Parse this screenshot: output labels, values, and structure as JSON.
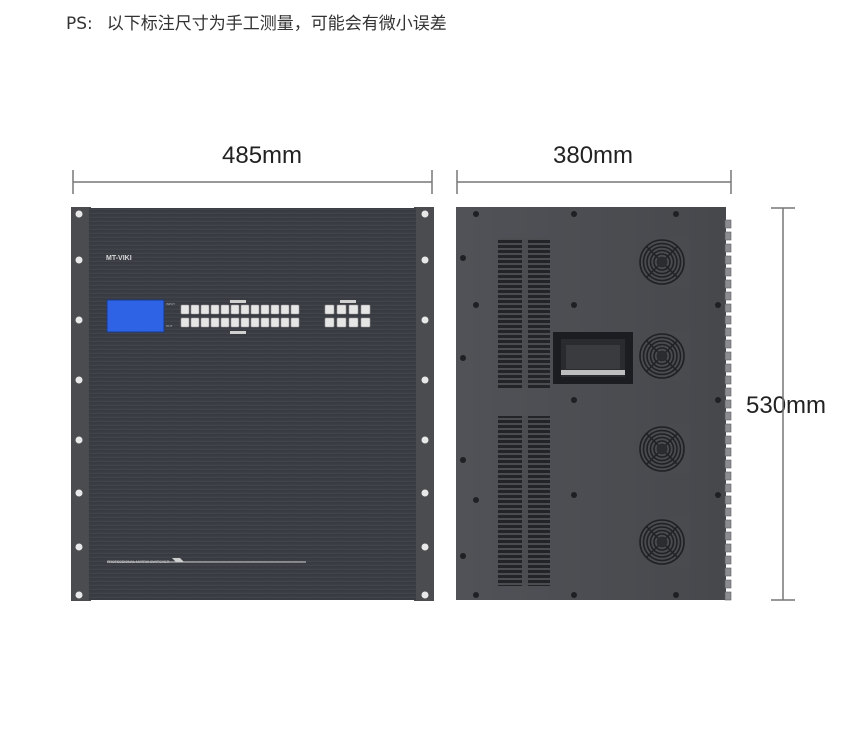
{
  "note": {
    "prefix": "PS:",
    "text": "以下标注尺寸为手工测量，可能会有微小误差"
  },
  "dimensions": {
    "front_width": "485mm",
    "side_depth": "380mm",
    "height": "530mm"
  },
  "front_panel": {
    "brand": "MT-VIKI",
    "footer_text": "PROFESSIONAL MATRIX SWITCHER"
  },
  "colors": {
    "panel": "#3b3e44",
    "ear": "#4a4c50",
    "lcd": "#2f63e6",
    "line": "#666666"
  }
}
